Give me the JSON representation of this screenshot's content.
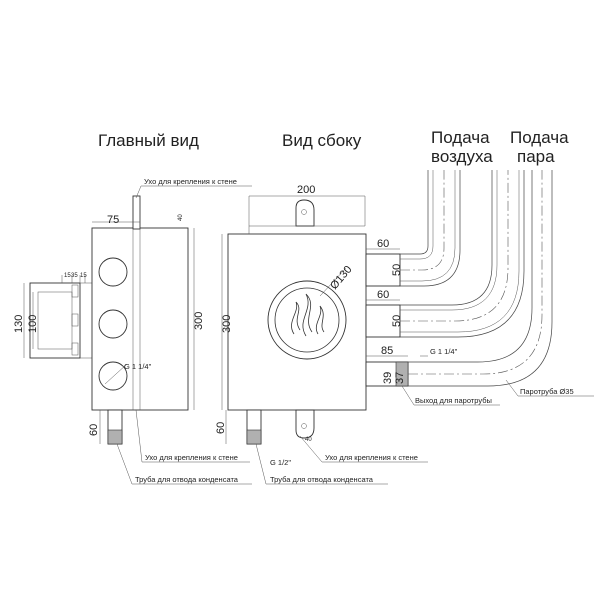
{
  "headings": {
    "front_view": "Главный вид",
    "side_view": "Вид сбоку",
    "air_supply": [
      "Подача",
      "воздуха"
    ],
    "steam_supply": [
      "Подача",
      "пара"
    ]
  },
  "labels": {
    "mount_ear_top": "Ухо для крепления к стене",
    "mount_ear_bottom_left": "Ухо для крепления к стене",
    "mount_ear_bottom_right": "Ухо для крепления к стене",
    "condensate_pipe_left": "Труба для отвода конденсата",
    "condensate_pipe_right": "Труба для отвода конденсата",
    "steam_outlet": "Выход для паротрубы",
    "steam_pipe": "Паротруба Ø35",
    "thread_front": "G 1 1/4\"",
    "thread_side": "G 1/2\"",
    "thread_outlet": "G 1 1/4\""
  },
  "dimensions": {
    "front_width": "75",
    "front_ear": "40",
    "front_height": "300",
    "front_outer": "130",
    "front_inner": "100",
    "front_small_a": "15",
    "front_small_b": "35",
    "front_small_c": "15",
    "front_bottom": "60",
    "side_width": "200",
    "side_height": "300",
    "side_bottom": "60",
    "side_ear": "40",
    "window": "Ø130",
    "air_len": "60",
    "air_dia": "50",
    "steam_len": "60",
    "steam_dia": "50",
    "outlet_len": "85",
    "outlet_a": "39",
    "outlet_b": "37"
  }
}
